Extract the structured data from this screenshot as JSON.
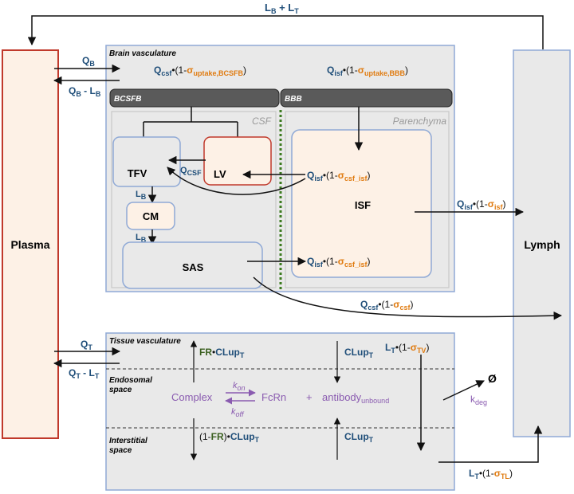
{
  "flows": {
    "top_return": {
      "a": "L",
      "a_sub": "B",
      "plus": " + ",
      "b": "L",
      "b_sub": "T"
    },
    "qb": {
      "q": "Q",
      "sub": "B"
    },
    "qb_minus_lb": {
      "q": "Q",
      "q_sub": "B",
      "minus": " - ",
      "l": "L",
      "l_sub": "B"
    },
    "qcsf_bcsfb": {
      "q": "Q",
      "q_sub": "csf",
      "dot": "•(1-",
      "sigma": "σ",
      "sigma_sub": "uptake,BCSFB",
      "close": ")"
    },
    "qisf_bbb": {
      "q": "Q",
      "q_sub": "isf",
      "dot": "•(1-",
      "sigma": "σ",
      "sigma_sub": "uptake,BBB",
      "close": ")"
    },
    "qcsf_tfv": {
      "q": "Q",
      "q_sub": "CSF"
    },
    "lb1": {
      "l": "L",
      "sub": "B"
    },
    "lb2": {
      "l": "L",
      "sub": "B"
    },
    "qisf_lv": {
      "q": "Q",
      "q_sub": "isf",
      "dot": "•(1-",
      "sigma": "σ",
      "sigma_sub": "csf_isf",
      "close": ")"
    },
    "qisf_sas": {
      "q": "Q",
      "q_sub": "isf",
      "dot": "•(1-",
      "sigma": "σ",
      "sigma_sub": "csf_isf",
      "close": ")"
    },
    "qisf_lymph": {
      "q": "Q",
      "q_sub": "isf",
      "dot": "•(1-",
      "sigma": "σ",
      "sigma_sub": "isf",
      "close": ")"
    },
    "qcsf_lymph": {
      "q": "Q",
      "q_sub": "csf",
      "dot": "•(1-",
      "sigma": "σ",
      "sigma_sub": "csf",
      "close": ")"
    },
    "qt": {
      "q": "Q",
      "sub": "T"
    },
    "qt_minus_lt": {
      "q": "Q",
      "q_sub": "T",
      "minus": " - ",
      "l": "L",
      "l_sub": "T"
    },
    "fr_clup": {
      "fr": "FR",
      "dot": "•",
      "cl": "CLup",
      "sub": "T"
    },
    "clup1": {
      "cl": "CLup",
      "sub": "T"
    },
    "lt_tv": {
      "l": "L",
      "l_sub": "T",
      "dot": "•(1-",
      "sigma": "σ",
      "sigma_sub": "TV",
      "close": ")"
    },
    "one_minus_fr": {
      "open": "(1-",
      "fr": "FR",
      "dot": ")•",
      "cl": "CLup",
      "sub": "T"
    },
    "clup2": {
      "cl": "CLup",
      "sub": "T"
    },
    "lt_tl": {
      "l": "L",
      "l_sub": "T",
      "dot": "•(1-",
      "sigma": "σ",
      "sigma_sub": "TL",
      "close": ")"
    },
    "kdeg": {
      "k": "k",
      "sub": "deg"
    },
    "null_set": "Ø"
  },
  "compartments": {
    "plasma": "Plasma",
    "lymph": "Lymph",
    "brain_vasculature": "Brain vasculature",
    "bcsfb": "BCSFB",
    "bbb": "BBB",
    "csf": "CSF",
    "parenchyma": "Parenchyma",
    "tfv": "TFV",
    "lv": "LV",
    "cm": "CM",
    "sas": "SAS",
    "isf": "ISF",
    "tissue_vasculature": "Tissue vasculature",
    "endosomal_space_1": "Endosomal",
    "endosomal_space_2": "space",
    "interstitial_space_1": "Interstitial",
    "interstitial_space_2": "space"
  },
  "binding": {
    "complex": "Complex",
    "fcrn": "FcRn",
    "plus": "+",
    "antibody": "antibody",
    "antibody_sub": "unbound",
    "kon": "k",
    "kon_sub": "on",
    "koff": "k",
    "koff_sub": "off"
  },
  "colors": {
    "plasma_border": "#c0392b",
    "plasma_fill": "#fdf1e6",
    "lymph_border": "#8fa9d6",
    "panel_fill": "#e9e9e9",
    "panel_border": "#8fa9d6",
    "barrier_fill": "#5a5a5a",
    "isf_fill": "#fdf1e6",
    "lv_border": "#c0392b",
    "flow_blue": "#1f4e79",
    "sigma_orange": "#e07b10",
    "fr_green": "#3a5f1f",
    "binding_purple": "#8a5bb0",
    "bbb_dots": "#3c7a20"
  }
}
